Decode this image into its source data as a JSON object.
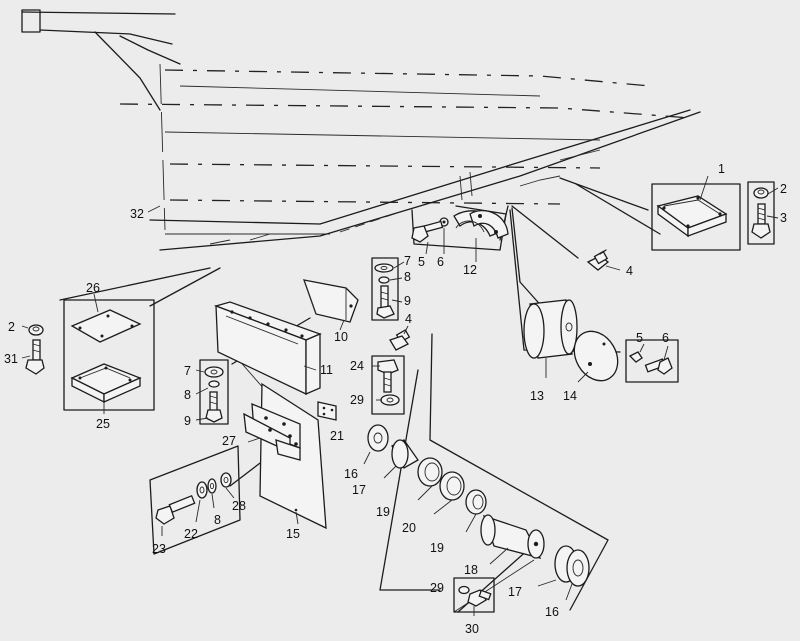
{
  "labels": {
    "l1": "1",
    "l2a": "2",
    "l3": "3",
    "l4a": "4",
    "l5a": "5",
    "l6a": "6",
    "l12": "12",
    "l7a": "7",
    "l8a": "8",
    "l9a": "9",
    "l10": "10",
    "l4b": "4",
    "l24": "24",
    "l29a": "29",
    "l21": "21",
    "l13": "13",
    "l14": "14",
    "l5b": "5",
    "l6b": "6",
    "l26": "26",
    "l2b": "2",
    "l31": "31",
    "l25": "25",
    "l7b": "7",
    "l8b": "8",
    "l9b": "9",
    "l11": "11",
    "l27": "27",
    "l16a": "16",
    "l17a": "17",
    "l19a": "19",
    "l20": "20",
    "l19b": "19",
    "l18": "18",
    "l17b": "17",
    "l16b": "16",
    "l29b": "29",
    "l30": "30",
    "l23": "23",
    "l22": "22",
    "l8c": "8",
    "l28": "28",
    "l15": "15",
    "l32": "32"
  }
}
